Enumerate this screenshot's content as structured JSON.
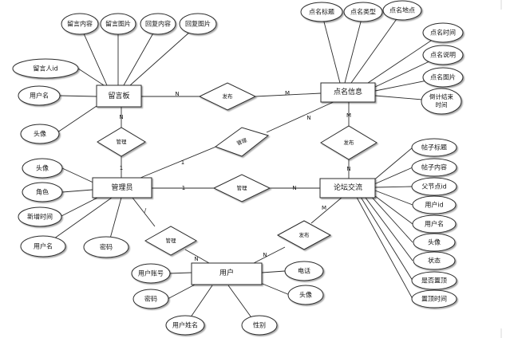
{
  "entities": {
    "message_board": "留言板",
    "checkin_info": "点名信息",
    "admin": "管理员",
    "forum": "论坛交流",
    "user": "用户"
  },
  "attributes": {
    "message_board": [
      "留言人id",
      "用户名",
      "头像",
      "留言内容",
      "留言图片",
      "回复内容",
      "回复图片"
    ],
    "checkin_info": [
      "点名标题",
      "点名类型",
      "点名地点",
      "点名时间",
      "点名说明",
      "点名图片",
      "倒计结束时间"
    ],
    "admin": [
      "头像",
      "角色",
      "新增时间",
      "用户名",
      "密码"
    ],
    "forum": [
      "帖子标题",
      "帖子内容",
      "父节点id",
      "用户id",
      "用户名",
      "头像",
      "状态",
      "是否置顶",
      "置顶时间"
    ],
    "user": [
      "用户账号",
      "密码",
      "用户姓名",
      "性别",
      "电话",
      "头像"
    ]
  },
  "relationships": {
    "mb_ci": "发布",
    "admin_mb": "管理",
    "admin_ci": "管理",
    "ci_forum": "发布",
    "admin_forum": "管理",
    "admin_user": "管理",
    "forum_user": "发布"
  },
  "cardinalities": {
    "mb_ci_left": "N",
    "mb_ci_right": "M",
    "admin_mb_top": "N",
    "admin_mb_bottom": "1",
    "admin_ci_left": "1",
    "admin_ci_right": "N",
    "ci_forum_top": "M",
    "ci_forum_bottom": "N",
    "admin_forum_left": "1",
    "admin_forum_right": "N",
    "admin_user_top": "/",
    "admin_user_bottom": "N",
    "forum_user_top": "M",
    "forum_user_bottom": "N"
  }
}
